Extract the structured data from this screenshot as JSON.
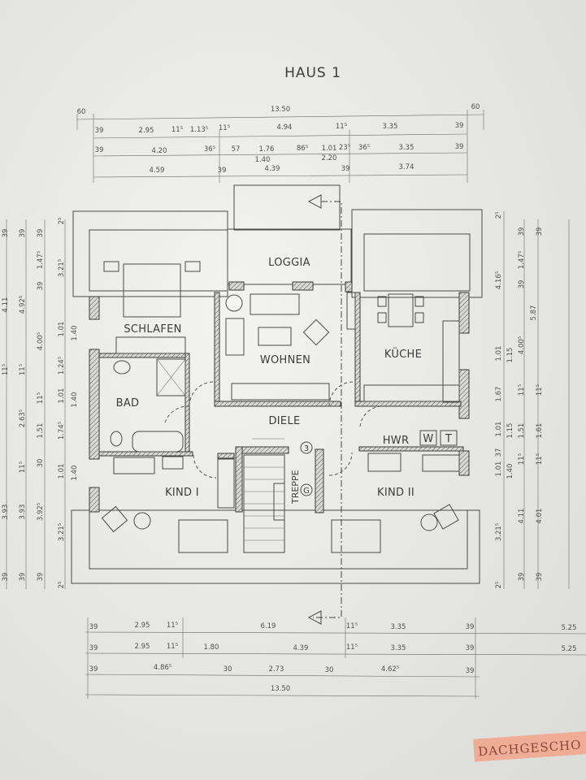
{
  "title": "HAUS 1",
  "stamp": "DACHGESCHO",
  "rooms": {
    "loggia": "LOGGIA",
    "schlafen": "SCHLAFEN",
    "wohnen": "WOHNEN",
    "kueche": "KÜCHE",
    "bad": "BAD",
    "diele": "DIELE",
    "hwr": "HWR",
    "washer": "W",
    "dryer": "T",
    "kind1": "KIND I",
    "kind2": "KIND II",
    "treppe": "TREPPE",
    "steps_marker": "3",
    "ground_marker": "G"
  },
  "dimensions": {
    "top_row_1": [
      "60",
      "13.50",
      "60"
    ],
    "top_row_2": [
      "39",
      "2.95",
      "11⁵",
      "1.13⁵",
      "11⁵",
      "4.94",
      "11⁵",
      "3.35",
      "39"
    ],
    "top_row_3": [
      "39",
      "4.20",
      "36⁵",
      "57",
      "1.76",
      "86⁵",
      "1.01",
      "23⁵",
      "36⁵",
      "3.35",
      "39"
    ],
    "top_row_3_sub": [
      "1.40",
      "2.20"
    ],
    "top_row_4": [
      "4.59",
      "39",
      "4.39",
      "39",
      "3.74"
    ],
    "bottom_row_1": [
      "39",
      "2.95",
      "11⁵",
      "6.19",
      "11⁵",
      "3.35",
      "39",
      "5.25"
    ],
    "bottom_row_2": [
      "39",
      "2.95",
      "11⁵",
      "1.80",
      "4.39",
      "11⁵",
      "3.35",
      "39",
      "5.25"
    ],
    "bottom_row_3": [
      "39",
      "4.86⁵",
      "30",
      "2.73",
      "30",
      "4.62⁵",
      "39"
    ],
    "bottom_total": "13.50",
    "left_col_1": [
      "39",
      "4.11",
      "11⁵",
      "3.93",
      "39"
    ],
    "left_col_2": [
      "39",
      "4.92⁵",
      "11⁵",
      "2.63⁵",
      "11⁵",
      "3.93",
      "39"
    ],
    "left_col_3": [
      "39",
      "1.47⁵",
      "39",
      "4.00⁵",
      "11⁵",
      "1.51",
      "30",
      "3.92⁵",
      "39"
    ],
    "left_col_4": [
      "2⁵",
      "3.21⁵",
      "1.01",
      "1.24⁵",
      "1.01",
      "1.74⁵",
      "1.01",
      "3.21⁵",
      "2⁵"
    ],
    "left_col_5": [
      "1.40",
      "1.40",
      "1.40"
    ],
    "right_col_1": [
      "2⁵",
      "4.16⁵",
      "1.01",
      "1.67",
      "1.01",
      "37",
      "1.01",
      "3.21⁵",
      "2⁵"
    ],
    "right_col_2": [
      "1.15",
      "1.15",
      "1.40"
    ],
    "right_col_3": [
      "39",
      "1.47⁵",
      "39",
      "5.87",
      "4.00⁵",
      "11⁵",
      "1.51",
      "11⁵",
      "4.11",
      "39"
    ],
    "right_col_4": [
      "39",
      "11⁵",
      "1.61",
      "11⁵",
      "4.01",
      "39"
    ]
  }
}
